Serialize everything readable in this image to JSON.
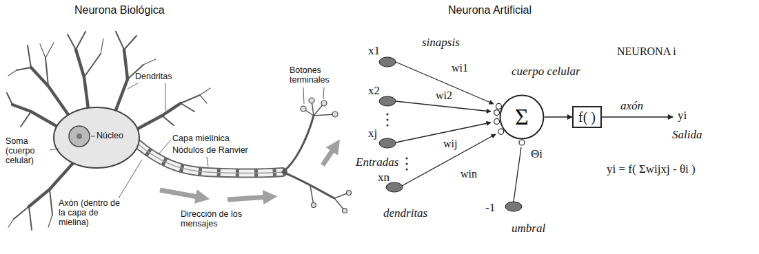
{
  "diagram": {
    "nodes": [
      {
        "text": [
          "Σ"
        ]
      },
      {
        "text": [
          "f( )"
        ]
      }
    ],
    "edges": [
      {
        "from": 0,
        "to": 1,
        "arrow": "to"
      }
    ],
    "labels": [
      "Neurona Biológica",
      "Neurona Artificial",
      "Dendritas",
      "Botones terminales",
      "Soma (cuerpo celular)",
      "Núcleo",
      "Capa mielínica",
      "Nódulos de Ranvier",
      "Axón (dentro de la capa de mielina)",
      "Dirección de los mensajes",
      "x1",
      "x2",
      "xj",
      "xn",
      "sinapsis",
      "wi1",
      "wi2",
      "wij",
      "win",
      "cuerpo celular",
      "NEURONA i",
      "axón",
      "yi",
      "Salida",
      "Entradas",
      "dendritas",
      "umbral",
      "Θi",
      "-1",
      "yi = f( Σwijxj - θi )"
    ]
  }
}
